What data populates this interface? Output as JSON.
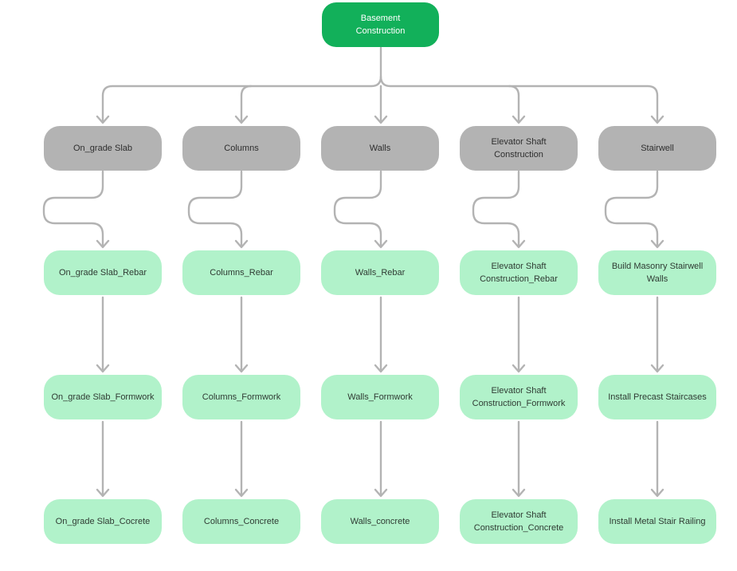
{
  "root": {
    "label": "Basement Construction"
  },
  "branches": [
    {
      "label": "On_grade Slab",
      "tasks": [
        "On_grade Slab_Rebar",
        "On_grade Slab_Formwork",
        "On_grade Slab_Cocrete"
      ]
    },
    {
      "label": "Columns",
      "tasks": [
        "Columns_Rebar",
        "Columns_Formwork",
        "Columns_Concrete"
      ]
    },
    {
      "label": "Walls",
      "tasks": [
        "Walls_Rebar",
        "Walls_Formwork",
        "Walls_concrete"
      ]
    },
    {
      "label": "Elevator Shaft Construction",
      "tasks": [
        "Elevator Shaft Construction_Rebar",
        "Elevator Shaft Construction_Formwork",
        "Elevator Shaft Construction_Concrete"
      ]
    },
    {
      "label": "Stairwell",
      "tasks": [
        "Build Masonry Stairwell Walls",
        "Install Precast Staircases",
        "Install Metal Stair Railing"
      ]
    }
  ],
  "colors": {
    "root_fill": "#12b05a",
    "category_fill": "#b3b3b3",
    "task_fill": "#b1f2ca",
    "connector": "#b3b3b3"
  }
}
